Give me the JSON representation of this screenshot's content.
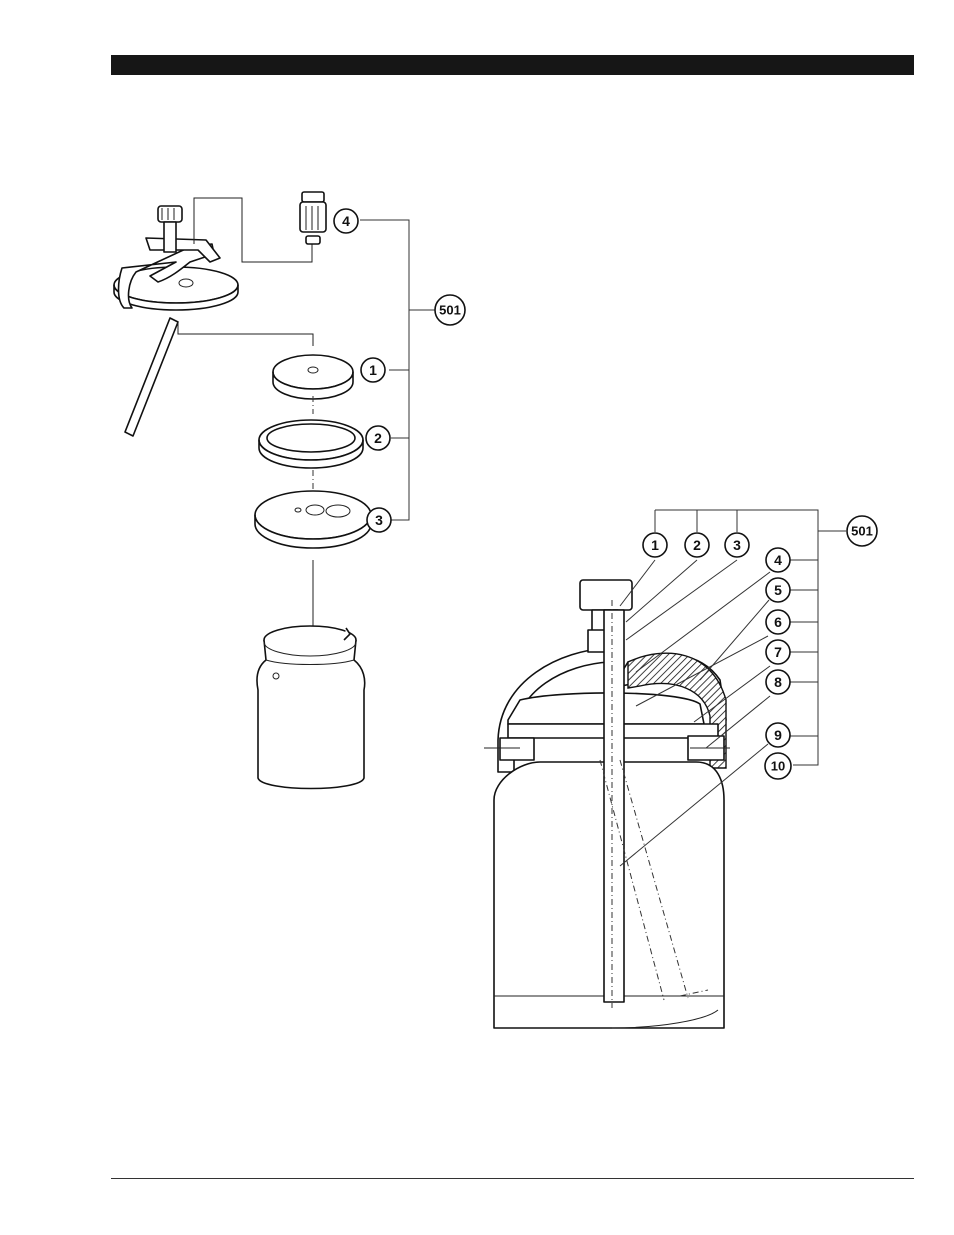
{
  "exploded_view": {
    "callouts": [
      "4",
      "501",
      "1",
      "2",
      "3"
    ]
  },
  "section_view": {
    "callouts": [
      "1",
      "2",
      "3",
      "4",
      "5",
      "6",
      "7",
      "8",
      "9",
      "10",
      "501"
    ]
  }
}
